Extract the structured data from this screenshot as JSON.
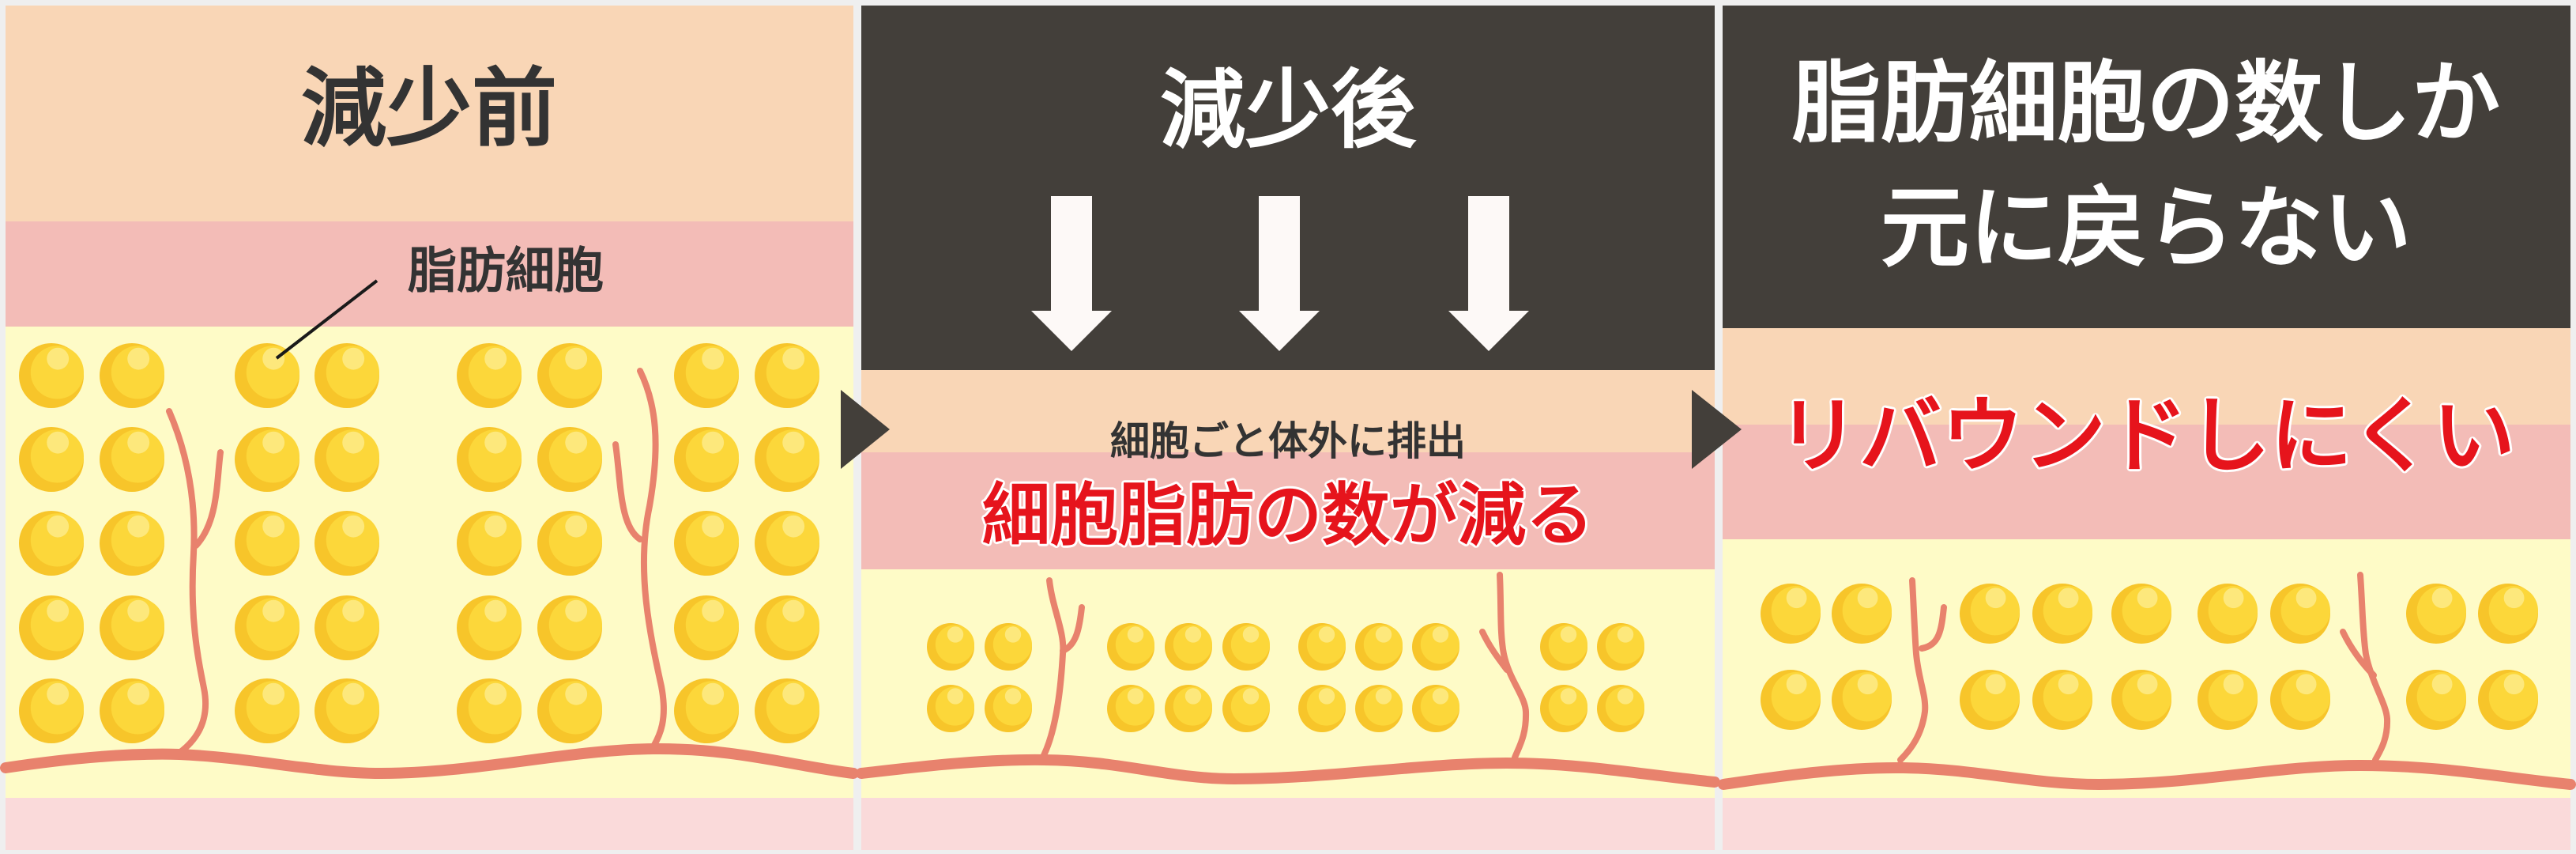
{
  "panels": [
    {
      "title": "減少前",
      "label": "脂肪細胞"
    },
    {
      "title": "減少後",
      "subtitle": "細胞ごと体外に排出",
      "emphasis": "細胞脂肪の数が減る"
    },
    {
      "title_line1": "脂肪細胞の数しか",
      "title_line2": "元に戻らない",
      "emphasis": "リバウンドしにくい"
    }
  ],
  "colors": {
    "dark": "#433f3a",
    "peach": "#f9d6b6",
    "pink": "#f3bcb7",
    "fat": "#fefbc7",
    "bottom": "#fadada",
    "vein": "#e8826d",
    "cell": "#fcd73a",
    "cell_shade": "#f7c52a",
    "cell_highlight": "#fde87c",
    "red_text": "#e6141c"
  }
}
